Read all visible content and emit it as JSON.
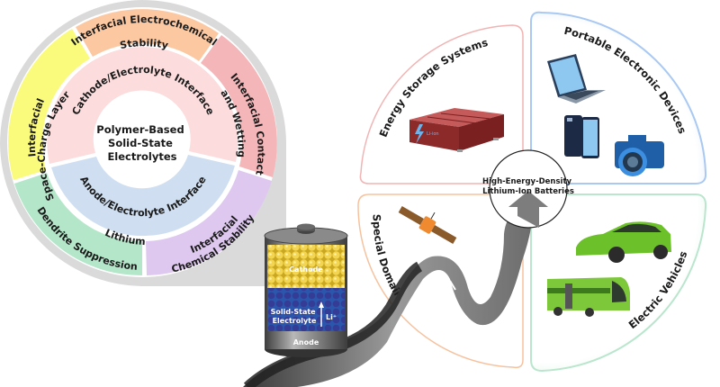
{
  "left_wheel": {
    "center": {
      "line1": "Polymer-Based",
      "line2": "Solid-State",
      "line3": "Electrolytes"
    },
    "inner_ring": [
      {
        "label": "Cathode/Electrolyte Interface",
        "color": "#fcdcdc"
      },
      {
        "label": "Anode/Electrolyte Interface",
        "color": "#cfdff1"
      }
    ],
    "outer_ring": [
      {
        "line1": "Interfacial Electrochemical",
        "line2": "Stability",
        "color": "#fbc8a2"
      },
      {
        "line1": "Interfacial Contact",
        "line2": "and Wetting",
        "color": "#f4b6b8"
      },
      {
        "line1": "Interfacial",
        "line2": "Chemical Stability",
        "color": "#dec8ef"
      },
      {
        "line1": "Lithium",
        "line2": "Dendrite Suppression",
        "color": "#b4e6c9"
      },
      {
        "line1": "Interfacial",
        "line2": "Space-Charge Layer",
        "color": "#fafa7c"
      }
    ],
    "backdrop_color": "#d9d9d9"
  },
  "battery": {
    "cathode": "Cathode",
    "electrolyte_line1": "Solid-State",
    "electrolyte_line2": "Electrolyte",
    "ion": "Li⁺",
    "anode": "Anode",
    "cathode_color": "#f0d040",
    "electrolyte_color": "#2a54a8",
    "particle_color": "#3a2f8a"
  },
  "hub": {
    "line1": "High-Energy-Density",
    "line2": "Lithium-Ion Batteries"
  },
  "applications": [
    {
      "label": "Energy Storage Systems",
      "border": "#f2b3b3",
      "icon": "energy-storage-container-icon",
      "icon_text": "Li-ion"
    },
    {
      "label": "Portable Electronic Devices",
      "border": "#a9c8f2",
      "icon": "laptop-phone-camera-icon"
    },
    {
      "label": "Special Domains",
      "border": "#f6c29e",
      "icon": "satellite-icon"
    },
    {
      "label": "Electric Vehicles",
      "border": "#b9e6cd",
      "icon": "car-bus-icon"
    }
  ]
}
